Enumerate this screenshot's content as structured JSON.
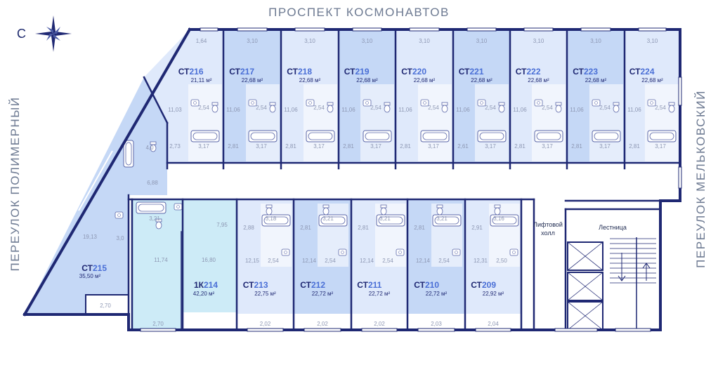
{
  "streets": {
    "top": "ПРОСПЕКТ КОСМОНАВТОВ",
    "left": "ПЕРЕУЛОК ПОЛИМЕРНЫЙ",
    "right": "ПЕРЕУЛОК МЕЛЬКОВСКИЙ"
  },
  "compass": {
    "label": "С",
    "icon": "compass-rose-icon"
  },
  "colors": {
    "wall": "#1f2873",
    "title": "#1f2873",
    "dim": "#8d97b3",
    "light": "#dfe9fb",
    "mid": "#c5d8f6",
    "dark": "#a9c3ef",
    "cyan": "#cdebf7",
    "corridor": "#ffffff"
  },
  "units_top": [
    {
      "type": "СТ",
      "num": "216",
      "area": "21,11 м²",
      "width": "1,64",
      "depth": "11,03",
      "bath": "2,54",
      "hall": "3,17",
      "side": "2,73",
      "shade": "light"
    },
    {
      "type": "СТ",
      "num": "217",
      "area": "22,68 м²",
      "width": "3,10",
      "depth": "11,06",
      "bath": "2,54",
      "hall": "3,17",
      "side": "2,81",
      "shade": "mid"
    },
    {
      "type": "СТ",
      "num": "218",
      "area": "22,68 м²",
      "width": "3,10",
      "depth": "11,06",
      "bath": "2,54",
      "hall": "3,17",
      "side": "2,81",
      "shade": "light"
    },
    {
      "type": "СТ",
      "num": "219",
      "area": "22,68 м²",
      "width": "3,10",
      "depth": "11,06",
      "bath": "2,54",
      "hall": "3,17",
      "side": "2,81",
      "shade": "mid"
    },
    {
      "type": "СТ",
      "num": "220",
      "area": "22,68 м²",
      "width": "3,10",
      "depth": "11,06",
      "bath": "2,54",
      "hall": "3,17",
      "side": "2,81",
      "shade": "light"
    },
    {
      "type": "СТ",
      "num": "221",
      "area": "22,68 м²",
      "width": "3,10",
      "depth": "11,06",
      "bath": "2,54",
      "hall": "3,17",
      "side": "2,61",
      "shade": "mid"
    },
    {
      "type": "СТ",
      "num": "222",
      "area": "22,68 м²",
      "width": "3,10",
      "depth": "11,06",
      "bath": "2,54",
      "hall": "3,17",
      "side": "2,81",
      "shade": "light"
    },
    {
      "type": "СТ",
      "num": "223",
      "area": "22,68 м²",
      "width": "3,10",
      "depth": "11,06",
      "bath": "2,54",
      "hall": "3,17",
      "side": "2,81",
      "shade": "mid"
    },
    {
      "type": "СТ",
      "num": "224",
      "area": "22,68 м²",
      "width": "3,10",
      "depth": "11,06",
      "bath": "2,54",
      "hall": "3,17",
      "side": "2,81",
      "shade": "light"
    }
  ],
  "units_bottom": [
    {
      "type": "СТ",
      "num": "213",
      "area": "22,75 м²",
      "width": "2,02",
      "bath": "3,18",
      "side": "2,88",
      "depth": "12,15",
      "hall": "2,54",
      "shade": "light"
    },
    {
      "type": "СТ",
      "num": "212",
      "area": "22,72 м²",
      "width": "2,02",
      "bath": "3,21",
      "side": "2,81",
      "depth": "12,14",
      "hall": "2,54",
      "shade": "mid"
    },
    {
      "type": "СТ",
      "num": "211",
      "area": "22,72 м²",
      "width": "2,02",
      "bath": "3,21",
      "side": "2,81",
      "depth": "12,14",
      "hall": "2,54",
      "shade": "light"
    },
    {
      "type": "СТ",
      "num": "210",
      "area": "22,72 м²",
      "width": "2,03",
      "bath": "3,21",
      "side": "2,81",
      "depth": "12,14",
      "hall": "2,54",
      "shade": "mid"
    },
    {
      "type": "СТ",
      "num": "209",
      "area": "22,92 м²",
      "width": "2,04",
      "bath": "3,16",
      "side": "2,91",
      "depth": "12,31",
      "hall": "2,50",
      "shade": "light"
    }
  ],
  "unit_214": {
    "type": "1К",
    "num": "214",
    "area": "42,20 м²",
    "width": "2,70",
    "bath": "3,21",
    "depth": "11,74",
    "depth2": "16,80",
    "side": "7,95",
    "shade": "cyan"
  },
  "unit_215": {
    "type": "СТ",
    "num": "215",
    "area": "35,50 м²",
    "width": "2,70",
    "hall": "6,88",
    "bath": "4,0",
    "depth": "19,13",
    "side": "3,0",
    "shade": "mid"
  },
  "core": {
    "lift_hall": "Лифтовой холл",
    "stair": "Лестница"
  }
}
